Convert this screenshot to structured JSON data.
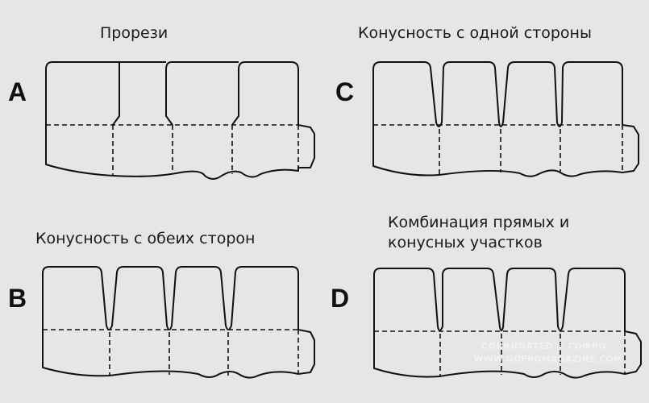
{
  "panels": {
    "a": {
      "letter": "A",
      "title": "Прорези"
    },
    "b": {
      "letter": "B",
      "title": "Конусность с обеих сторон"
    },
    "c": {
      "letter": "C",
      "title": "Конусность с одной стороны"
    },
    "d": {
      "letter": "D",
      "title_line1": "Комбинация прямых и",
      "title_line2": "конусных участков"
    }
  },
  "watermark": {
    "brand": "CORRUGATED ◎ ГОФРО",
    "url": "WWW.GOFROMAGAZINE.COM"
  }
}
